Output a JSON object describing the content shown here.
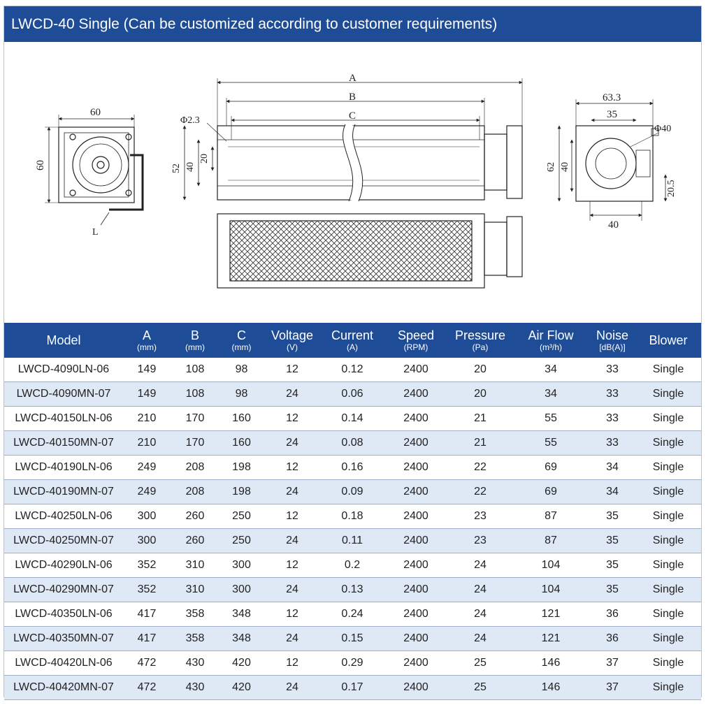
{
  "title": "LWCD-40 Single  (Can be customized according to customer requirements)",
  "drawing_labels": {
    "left": {
      "width": "60",
      "height": "60",
      "lead": "L"
    },
    "middle": {
      "a": "A",
      "b": "B",
      "c": "C",
      "phi": "Φ2.3",
      "h52": "52",
      "h40": "40",
      "h20": "20"
    },
    "right": {
      "w633": "63.3",
      "w35": "35",
      "phi40": "Φ40",
      "h62": "62",
      "h40": "40",
      "h205": "20.5",
      "w40": "40"
    }
  },
  "table": {
    "columns": [
      {
        "label": "Model",
        "unit": ""
      },
      {
        "label": "A",
        "unit": "(mm)"
      },
      {
        "label": "B",
        "unit": "(mm)"
      },
      {
        "label": "C",
        "unit": "(mm)"
      },
      {
        "label": "Voltage",
        "unit": "(V)"
      },
      {
        "label": "Current",
        "unit": "(A)"
      },
      {
        "label": "Speed",
        "unit": "(RPM)"
      },
      {
        "label": "Pressure",
        "unit": "(Pa)"
      },
      {
        "label": "Air Flow",
        "unit": "(m³/h)"
      },
      {
        "label": "Noise",
        "unit": "[dB(A)]"
      },
      {
        "label": "Blower",
        "unit": ""
      }
    ],
    "rows": [
      [
        "LWCD-4090LN-06",
        "149",
        "108",
        "98",
        "12",
        "0.12",
        "2400",
        "20",
        "34",
        "33",
        "Single"
      ],
      [
        "LWCD-4090MN-07",
        "149",
        "108",
        "98",
        "24",
        "0.06",
        "2400",
        "20",
        "34",
        "33",
        "Single"
      ],
      [
        "LWCD-40150LN-06",
        "210",
        "170",
        "160",
        "12",
        "0.14",
        "2400",
        "21",
        "55",
        "33",
        "Single"
      ],
      [
        "LWCD-40150MN-07",
        "210",
        "170",
        "160",
        "24",
        "0.08",
        "2400",
        "21",
        "55",
        "33",
        "Single"
      ],
      [
        "LWCD-40190LN-06",
        "249",
        "208",
        "198",
        "12",
        "0.16",
        "2400",
        "22",
        "69",
        "34",
        "Single"
      ],
      [
        "LWCD-40190MN-07",
        "249",
        "208",
        "198",
        "24",
        "0.09",
        "2400",
        "22",
        "69",
        "34",
        "Single"
      ],
      [
        "LWCD-40250LN-06",
        "300",
        "260",
        "250",
        "12",
        "0.18",
        "2400",
        "23",
        "87",
        "35",
        "Single"
      ],
      [
        "LWCD-40250MN-07",
        "300",
        "260",
        "250",
        "24",
        "0.11",
        "2400",
        "23",
        "87",
        "35",
        "Single"
      ],
      [
        "LWCD-40290LN-06",
        "352",
        "310",
        "300",
        "12",
        "0.2",
        "2400",
        "24",
        "104",
        "35",
        "Single"
      ],
      [
        "LWCD-40290MN-07",
        "352",
        "310",
        "300",
        "24",
        "0.13",
        "2400",
        "24",
        "104",
        "35",
        "Single"
      ],
      [
        "LWCD-40350LN-06",
        "417",
        "358",
        "348",
        "12",
        "0.24",
        "2400",
        "24",
        "121",
        "36",
        "Single"
      ],
      [
        "LWCD-40350MN-07",
        "417",
        "358",
        "348",
        "24",
        "0.15",
        "2400",
        "24",
        "121",
        "36",
        "Single"
      ],
      [
        "LWCD-40420LN-06",
        "472",
        "430",
        "420",
        "12",
        "0.29",
        "2400",
        "25",
        "146",
        "37",
        "Single"
      ],
      [
        "LWCD-40420MN-07",
        "472",
        "430",
        "420",
        "24",
        "0.17",
        "2400",
        "25",
        "146",
        "37",
        "Single"
      ]
    ]
  }
}
